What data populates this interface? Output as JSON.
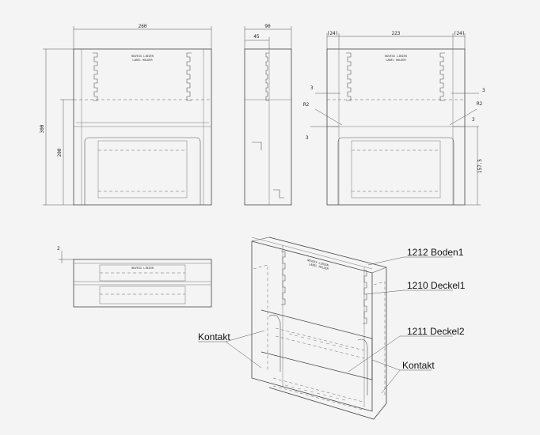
{
  "dimensions": {
    "front_width": "260",
    "front_height_total": "300",
    "front_height_lower": "200",
    "side_width": "90",
    "side_inner": "45",
    "back_left": "(24)",
    "back_mid": "223",
    "back_right": "(24)",
    "back_s1": "3",
    "back_s2": "3",
    "back_r1": "R2",
    "back_r2": "R2",
    "back_s3": "3",
    "back_s4": "3",
    "back_height": "157.5",
    "top_gap": "2"
  },
  "labels": {
    "boden": "1212 Boden1",
    "deckel1": "1210 Deckel1",
    "deckel2": "1211 Deckel2",
    "kontakt_left": "Kontakt",
    "kontakt_right": "Kontakt"
  }
}
